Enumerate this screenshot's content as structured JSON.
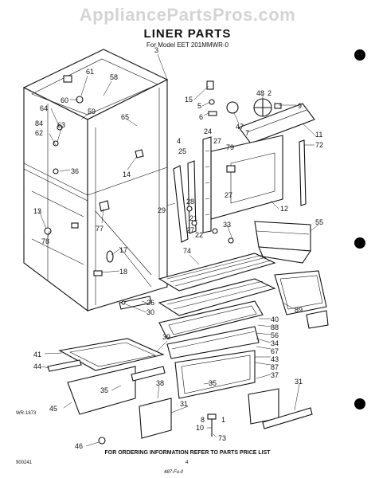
{
  "watermark": "AppliancePartsPros.com",
  "title": "LINER PARTS",
  "subtitle": "For Model EET 201MMWR-0",
  "footer": "FOR ORDERING INFORMATION REFER TO PARTS PRICE LIST",
  "page_number": "4",
  "code_left": "WR-1873",
  "code_bottom": "900241",
  "signature": "487-Fu-ll",
  "callouts": [
    "3",
    "61",
    "58",
    "60",
    "64",
    "59",
    "63",
    "62",
    "84",
    "65",
    "36",
    "14",
    "13",
    "78",
    "77",
    "17",
    "18",
    "15",
    "5",
    "6",
    "48",
    "2",
    "9",
    "47",
    "7",
    "11",
    "72",
    "4",
    "25",
    "24",
    "27",
    "79",
    "28",
    "29",
    "22",
    "21",
    "12",
    "33",
    "55",
    "74",
    "26",
    "30",
    "89",
    "40",
    "88",
    "56",
    "34",
    "67",
    "43",
    "87",
    "37",
    "41",
    "44",
    "39",
    "35",
    "45",
    "38",
    "31",
    "10",
    "73",
    "46",
    "8",
    "1"
  ]
}
